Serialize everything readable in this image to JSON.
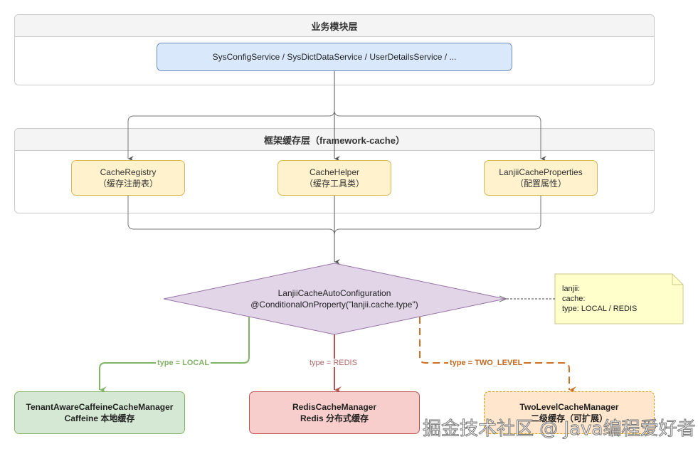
{
  "layers": {
    "business": {
      "title": "业务模块层"
    },
    "framework": {
      "title": "框架缓存层（framework-cache）"
    }
  },
  "nodes": {
    "services": {
      "label": "SysConfigService / SysDictDataService / UserDetailsService / ..."
    },
    "cache_registry": {
      "line1": "CacheRegistry",
      "line2": "（缓存注册表）"
    },
    "cache_helper": {
      "line1": "CacheHelper",
      "line2": "（缓存工具类）"
    },
    "cache_properties": {
      "line1": "LanjiiCacheProperties",
      "line2": "（配置属性）"
    },
    "auto_config": {
      "line1": "LanjiiCacheAutoConfiguration",
      "line2": "@ConditionalOnProperty(\"lanjii.cache.type\")"
    },
    "caffeine_manager": {
      "line1": "TenantAwareCaffeineCacheManager",
      "line2": "Caffeine 本地缓存"
    },
    "redis_manager": {
      "line1": "RedisCacheManager",
      "line2": "Redis 分布式缓存"
    },
    "two_level_manager": {
      "line1": "TwoLevelCacheManager",
      "line2": "二级缓存（可扩展）"
    }
  },
  "note": {
    "lines": [
      "lanjii:",
      "cache:",
      "type: LOCAL / REDIS"
    ]
  },
  "edges": {
    "local": {
      "label": "type = LOCAL",
      "color": "#82b366"
    },
    "redis": {
      "label": "type = REDIS",
      "color": "#b85450"
    },
    "two_level": {
      "label": "type = TWO_LEVEL",
      "color": "#d07020"
    }
  },
  "watermark": "掘金技术社区 @ Java编程爱好者"
}
